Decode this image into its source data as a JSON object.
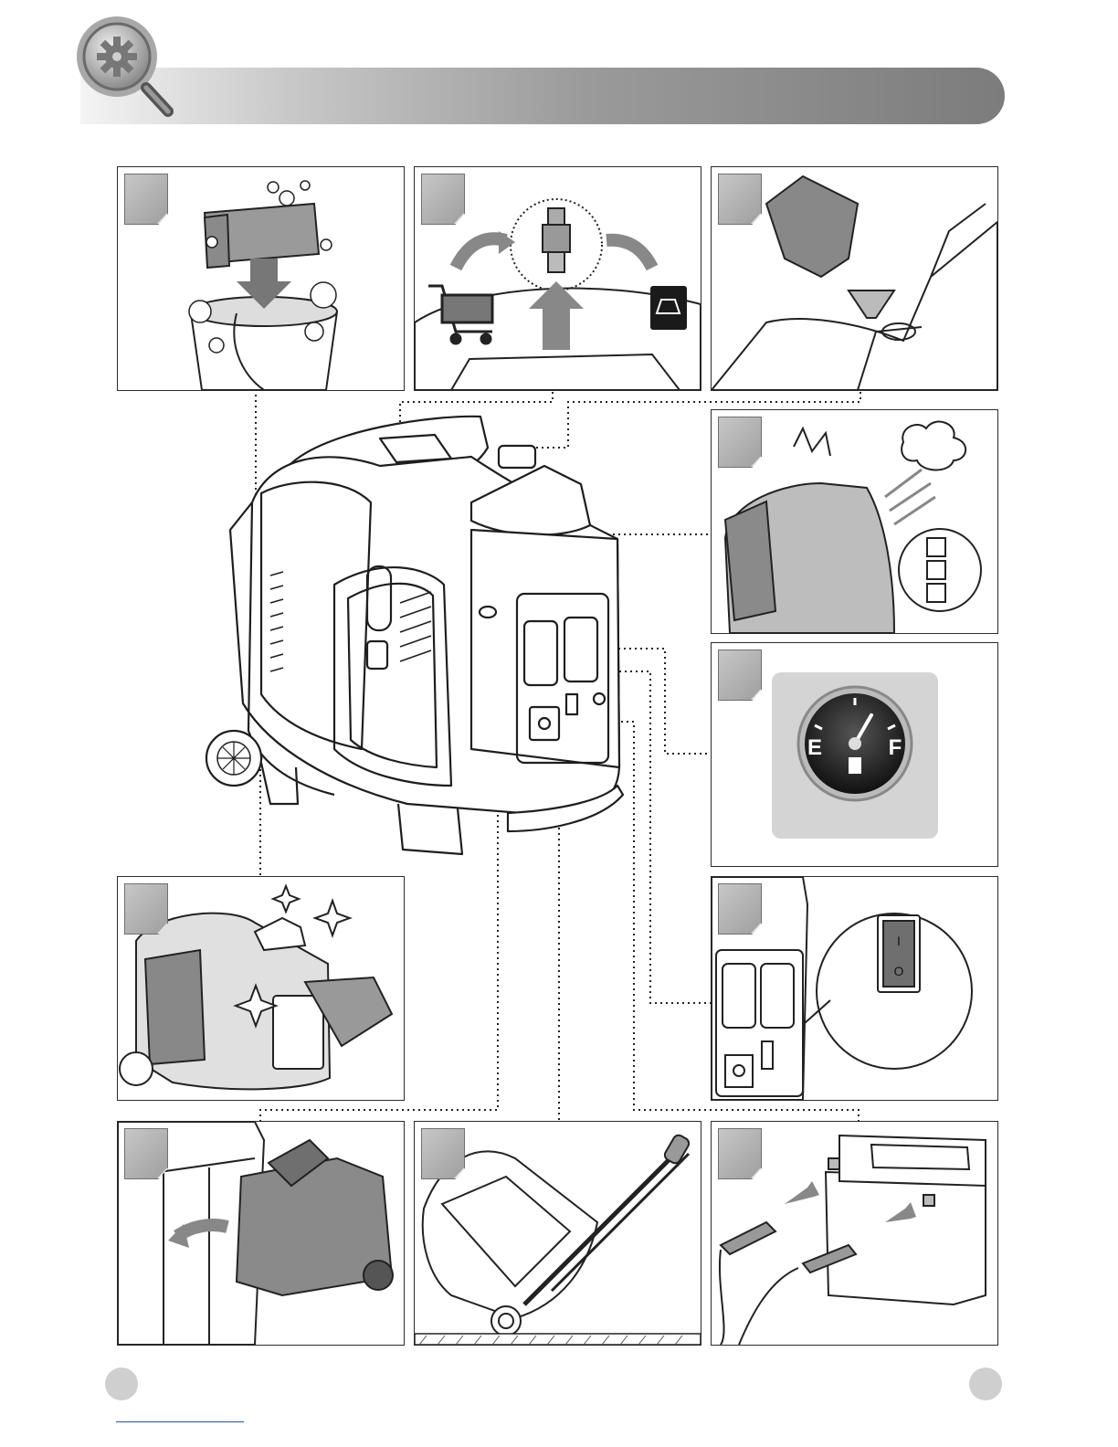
{
  "header": {
    "icon": "magnifier-gear-icon",
    "accent_color": "#8a8a8a"
  },
  "panels": [
    {
      "id": "air-filter-wash",
      "icon": "sponge-bucket-icon"
    },
    {
      "id": "spark-plug-replace",
      "icon": "spark-plug-icon"
    },
    {
      "id": "oil-refill",
      "icon": "oil-bottle-funnel-icon"
    },
    {
      "id": "overload-indicator",
      "icon": "indicator-lamp-icon"
    },
    {
      "id": "fuel-gauge",
      "icon": "fuel-gauge-icon",
      "gauge": {
        "empty_label": "E",
        "full_label": "F",
        "level": 0.75
      }
    },
    {
      "id": "cleaning",
      "icon": "cloth-icon"
    },
    {
      "id": "eco-switch",
      "icon": "rocker-switch-icon",
      "switch": {
        "on_label": "I",
        "off_label": "O"
      }
    },
    {
      "id": "storage",
      "icon": "cabinet-icon"
    },
    {
      "id": "transport",
      "icon": "trolley-handle-icon"
    },
    {
      "id": "battery-charge",
      "icon": "battery-clamp-icon"
    }
  ],
  "icons": {
    "cart": "shopping-cart-icon",
    "recycle": "recycle-bin-icon",
    "arrow": "arrow-icon"
  }
}
